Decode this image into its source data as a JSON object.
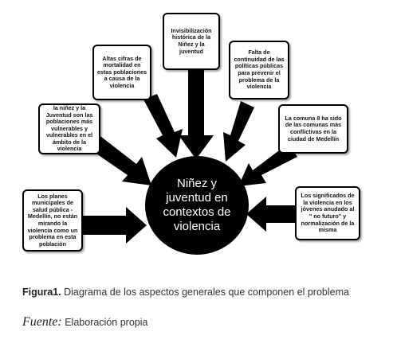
{
  "diagram": {
    "center_label": "Niñez y juventud en contextos de violencia",
    "boxes": [
      {
        "id": "planes",
        "text": "Los planes municipales de salud pública - Medellín, no están mirando la violencia como un problema en esta población"
      },
      {
        "id": "poblaciones",
        "text": "la niñez y la Juventud son las poblaciones más vulnerables y vulnerables en el ámbito de la violencia"
      },
      {
        "id": "mortalidad",
        "text": "Altas cifras de mortalidad en estas poblaciones a causa de la violencia"
      },
      {
        "id": "invisibilizacion",
        "text": "Invisibilización histórica de la Niñez y la juventud"
      },
      {
        "id": "continuidad",
        "text": "Falta de continuidad de las políticas públicas para prevenir el problema de la violencia"
      },
      {
        "id": "comuna",
        "text": "La comuna 8 ha sido de las comunas más conflictivas en la ciudad de Medellín"
      },
      {
        "id": "significados",
        "text": "Los significados de la violencia en los jóvenes anudado al \" no futuro\" y normalización de la misma"
      }
    ]
  },
  "caption": {
    "figure_label": "Figura1.",
    "text": " Diagrama de los aspectos generales que componen el problema",
    "source_label": "Fuente:",
    "source_text": " Elaboración propia"
  }
}
